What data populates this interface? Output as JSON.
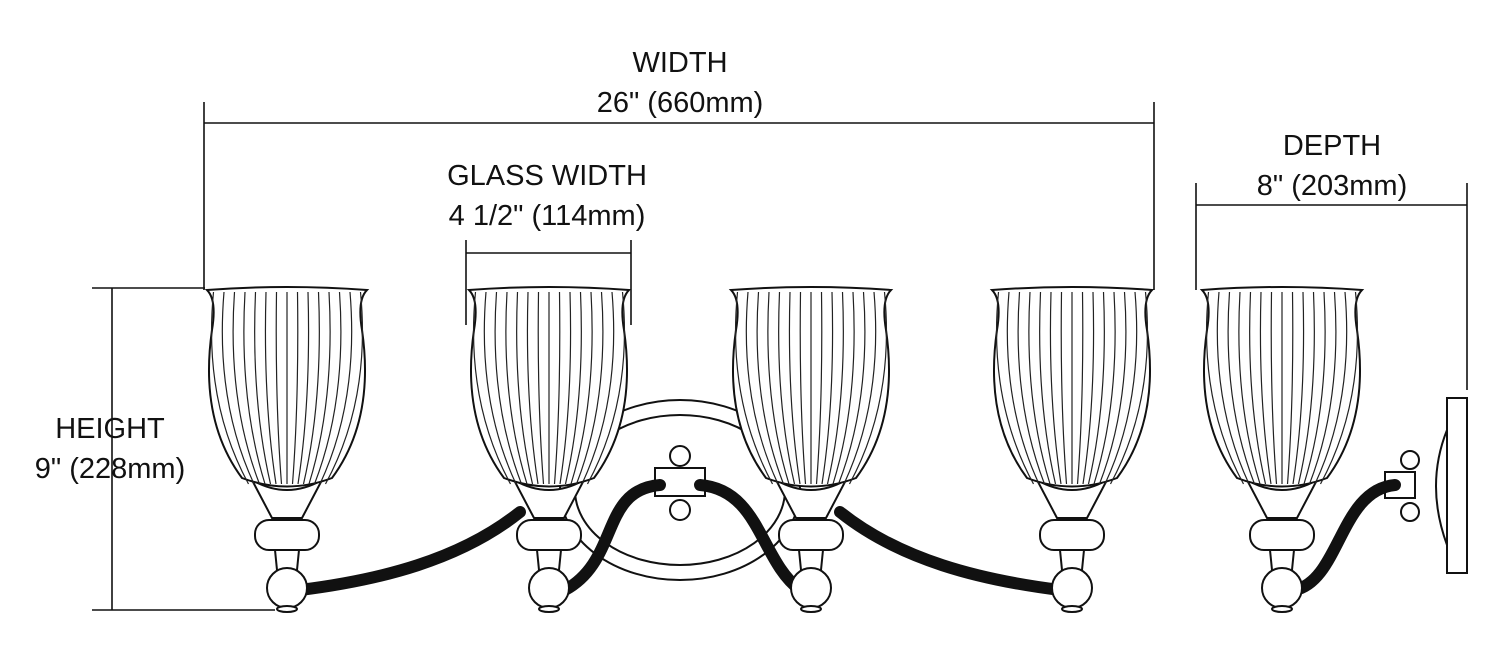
{
  "width": {
    "title": "WIDTH",
    "value": "26\" (660mm)"
  },
  "glass_width": {
    "title": "GLASS WIDTH",
    "value": "4 1/2\" (114mm)"
  },
  "depth": {
    "title": "DEPTH",
    "value": "8\" (203mm)"
  },
  "height": {
    "title": "HEIGHT",
    "value": "9\" (228mm)"
  }
}
